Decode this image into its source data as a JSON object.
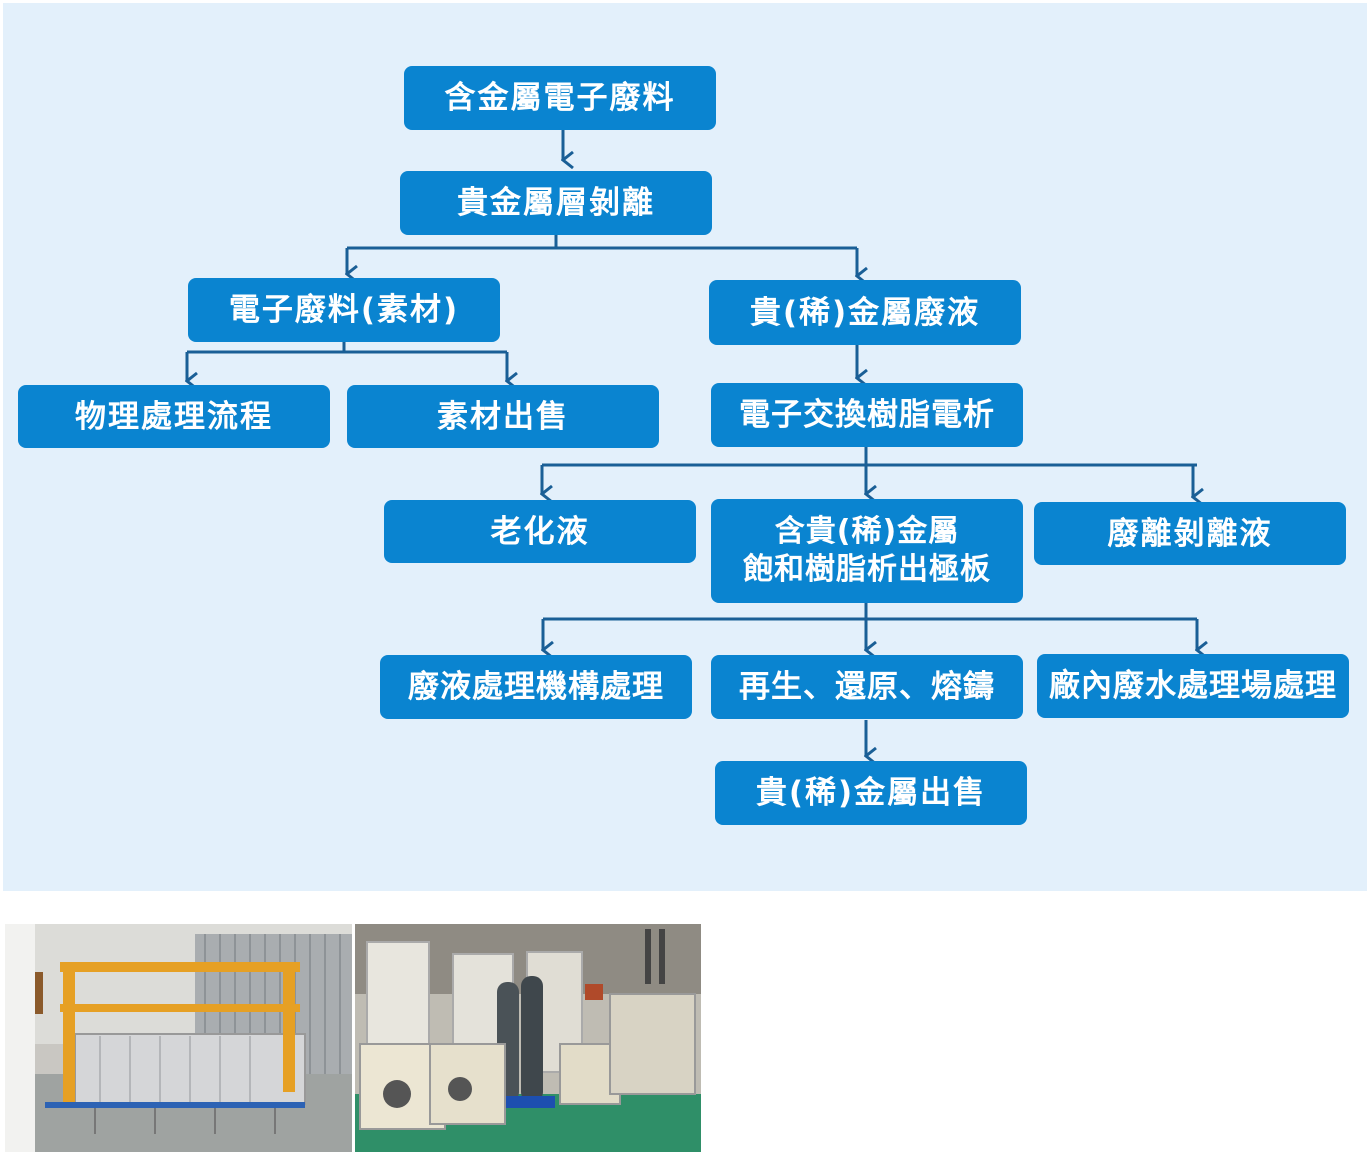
{
  "flowchart": {
    "nodes": {
      "ewaste": "含金屬電子廢料",
      "strip": "貴金屬層剝離",
      "material": "電子廢料(素材)",
      "waste_liquid": "貴(稀)金屬廢液",
      "physical": "物理處理流程",
      "material_sale": "素材出售",
      "electrolysis": "電子交換樹脂電析",
      "aging": "老化液",
      "saturated_line1": "含貴(稀)金屬",
      "saturated_line2": "飽和樹脂析出極板",
      "strip_waste": "廢離剝離液",
      "agency": "廢液處理機構處理",
      "regen": "再生、還原、熔鑄",
      "plant": "廠內廢水處理場處理",
      "metal_sale": "貴(稀)金屬出售"
    },
    "node_color": "#0a84d0",
    "line_color": "#1a5f96",
    "background_color": "#e3f0fb"
  },
  "photos": [
    {
      "name": "plating-line-photo"
    },
    {
      "name": "resin-tank-photo"
    }
  ]
}
